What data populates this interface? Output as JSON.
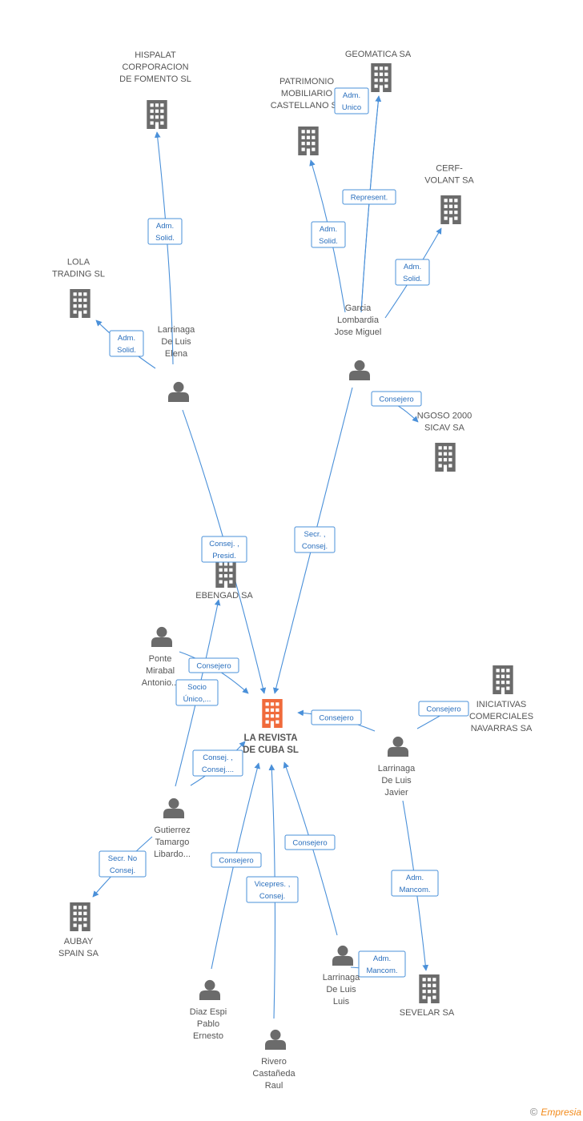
{
  "colors": {
    "edge": "#4a90d9",
    "label_text": "#2a6fbd",
    "node_gray": "#6b6b6b",
    "node_main": "#f06a3b",
    "footer_brand": "#f28a1a"
  },
  "nodes": [
    {
      "id": "hispalat",
      "type": "company",
      "label": [
        "HISPALAT",
        "CORPORACION",
        "DE FOMENTO SL"
      ]
    },
    {
      "id": "geomatica",
      "type": "company",
      "label": [
        "GEOMATICA SA"
      ]
    },
    {
      "id": "patrimonio",
      "type": "company",
      "label": [
        "PATRIMONIO",
        "MOBILIARIO",
        "CASTELLANO SA"
      ]
    },
    {
      "id": "cerf",
      "type": "company",
      "label": [
        "CERF-",
        "VOLANT SA"
      ]
    },
    {
      "id": "lola",
      "type": "company",
      "label": [
        "LOLA",
        "TRADING SL"
      ]
    },
    {
      "id": "larrinaga_elena",
      "type": "person",
      "label": [
        "Larrinaga",
        "De Luis",
        "Elena"
      ]
    },
    {
      "id": "garcia",
      "type": "person",
      "label": [
        "Garcia",
        "Lombardia",
        "Jose Miguel"
      ]
    },
    {
      "id": "ngoso",
      "type": "company",
      "label": [
        "NGOSO 2000",
        "SICAV SA"
      ]
    },
    {
      "id": "ebengad",
      "type": "company",
      "label": [
        "EBENGAD SA"
      ]
    },
    {
      "id": "ponte",
      "type": "person",
      "label": [
        "Ponte",
        "Mirabal",
        "Antonio..."
      ]
    },
    {
      "id": "revista",
      "type": "main",
      "label": [
        "LA REVISTA",
        "DE CUBA SL"
      ]
    },
    {
      "id": "iniciativas",
      "type": "company",
      "label": [
        "INICIATIVAS",
        "COMERCIALES",
        "NAVARRAS SA"
      ]
    },
    {
      "id": "larrinaga_javier",
      "type": "person",
      "label": [
        "Larrinaga",
        "De Luis",
        "Javier"
      ]
    },
    {
      "id": "gutierrez",
      "type": "person",
      "label": [
        "Gutierrez",
        "Tamargo",
        "Libardo..."
      ]
    },
    {
      "id": "aubay",
      "type": "company",
      "label": [
        "AUBAY",
        "SPAIN SA"
      ]
    },
    {
      "id": "larrinaga_luis",
      "type": "person",
      "label": [
        "Larrinaga",
        "De Luis",
        "Luis"
      ]
    },
    {
      "id": "sevelar",
      "type": "company",
      "label": [
        "SEVELAR SA"
      ]
    },
    {
      "id": "diaz",
      "type": "person",
      "label": [
        "Diaz Espi",
        "Pablo",
        "Ernesto"
      ]
    },
    {
      "id": "rivero",
      "type": "person",
      "label": [
        "Rivero",
        "Castañeda",
        "Raul"
      ]
    }
  ],
  "edges": [
    {
      "from": "larrinaga_elena",
      "to": "hispalat",
      "label": [
        "Adm.",
        "Solid."
      ]
    },
    {
      "from": "larrinaga_elena",
      "to": "lola",
      "label": [
        "Adm.",
        "Solid."
      ]
    },
    {
      "from": "larrinaga_elena",
      "to": "revista",
      "label": [
        "Consej. ,",
        "Presid."
      ]
    },
    {
      "from": "garcia",
      "to": "geomatica",
      "label": [
        "Adm.",
        "Unico"
      ]
    },
    {
      "from": "garcia",
      "to": "geomatica",
      "label": [
        "Represent."
      ]
    },
    {
      "from": "garcia",
      "to": "patrimonio",
      "label": [
        "Adm.",
        "Solid."
      ]
    },
    {
      "from": "garcia",
      "to": "cerf",
      "label": [
        "Adm.",
        "Solid."
      ]
    },
    {
      "from": "garcia",
      "to": "ngoso",
      "label": [
        "Consejero"
      ]
    },
    {
      "from": "garcia",
      "to": "revista",
      "label": [
        "Secr. ,",
        "Consej."
      ]
    },
    {
      "from": "ponte",
      "to": "revista",
      "label": [
        "Consejero"
      ]
    },
    {
      "from": "gutierrez",
      "to": "ebengad",
      "label": [
        "Socio",
        "Único,..."
      ]
    },
    {
      "from": "gutierrez",
      "to": "revista",
      "label": [
        "Consej. ,",
        "Consej...."
      ]
    },
    {
      "from": "gutierrez",
      "to": "aubay",
      "label": [
        "Secr.  No",
        "Consej."
      ]
    },
    {
      "from": "larrinaga_javier",
      "to": "revista",
      "label": [
        "Consejero"
      ]
    },
    {
      "from": "larrinaga_javier",
      "to": "iniciativas",
      "label": [
        "Consejero"
      ]
    },
    {
      "from": "larrinaga_javier",
      "to": "sevelar",
      "label": [
        "Adm.",
        "Mancom."
      ]
    },
    {
      "from": "larrinaga_luis",
      "to": "revista",
      "label": [
        "Consejero"
      ]
    },
    {
      "from": "larrinaga_luis",
      "to": "sevelar",
      "label": [
        "Adm.",
        "Mancom."
      ]
    },
    {
      "from": "diaz",
      "to": "revista",
      "label": [
        "Consejero"
      ]
    },
    {
      "from": "rivero",
      "to": "revista",
      "label": [
        "Vicepres. ,",
        "Consej."
      ]
    }
  ],
  "footer": {
    "copyright": "©",
    "brand": "Empresia"
  }
}
